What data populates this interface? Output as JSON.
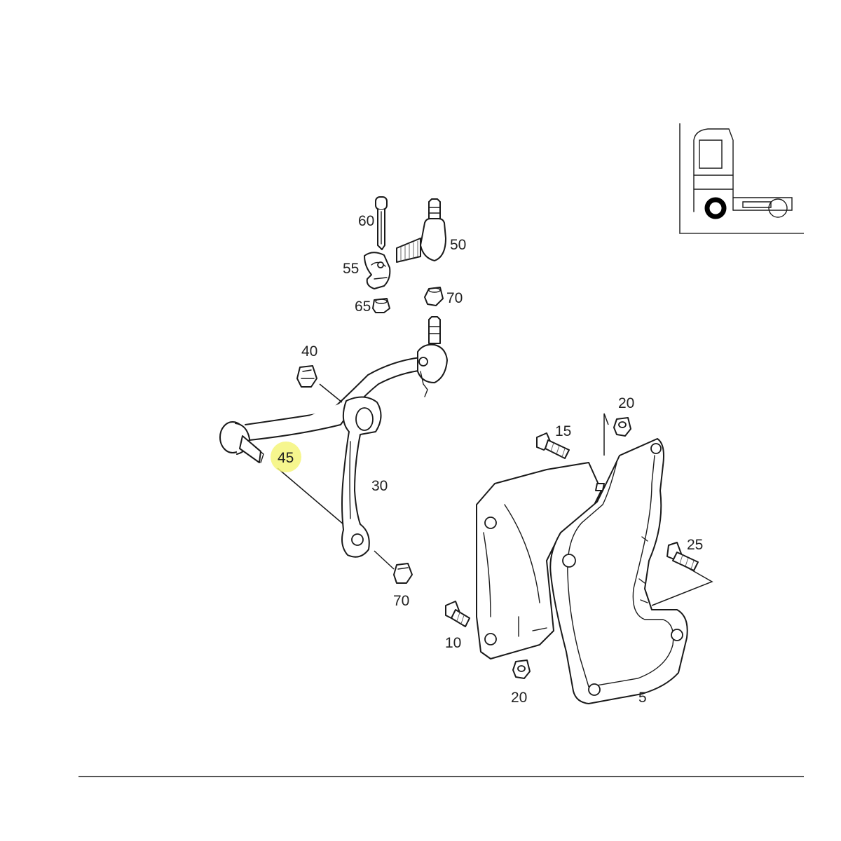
{
  "callouts": {
    "c60": "60",
    "c50": "50",
    "c55": "55",
    "c65": "65",
    "c70_top": "70",
    "c40": "40",
    "c45": "45",
    "c30": "30",
    "c70_bottom": "70",
    "c20_top": "20",
    "c15": "15",
    "c25": "25",
    "c10": "10",
    "c20_bottom": "20",
    "c5": "5"
  },
  "highlight": {
    "callout": "45",
    "color": "#f4f47a"
  },
  "locator": {
    "icon": "truck-locator-icon",
    "marker_color": "#000000"
  },
  "colors": {
    "line": "#1a1a1a",
    "rule": "#555555"
  }
}
